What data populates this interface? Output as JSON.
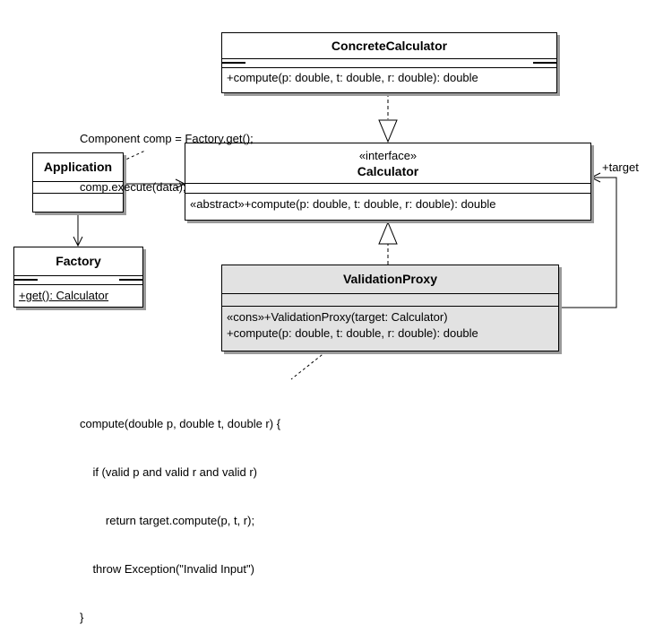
{
  "classes": {
    "concrete": {
      "name": "ConcreteCalculator",
      "operations": [
        "+compute(p: double, t: double, r: double): double"
      ]
    },
    "calculator": {
      "stereotype": "«interface»",
      "name": "Calculator",
      "operations": [
        "«abstract»+compute(p: double, t: double, r: double): double"
      ]
    },
    "application": {
      "name": "Application"
    },
    "factory": {
      "name": "Factory",
      "operations": [
        "+get(): Calculator"
      ]
    },
    "proxy": {
      "name": "ValidationProxy",
      "operations": [
        "«cons»+ValidationProxy(target: Calculator)",
        "+compute(p: double, t: double, r: double): double"
      ]
    }
  },
  "notes": {
    "app_note": [
      "Component comp = Factory.get();",
      "comp.execute(data);"
    ],
    "proxy_note": [
      "compute(double p, double t, double r) {",
      "    if (valid p and valid r and valid r)",
      "        return target.compute(p, t, r);",
      "    throw Exception(\"Invalid Input\")",
      "}"
    ]
  },
  "associations": {
    "target_role": "+target"
  }
}
